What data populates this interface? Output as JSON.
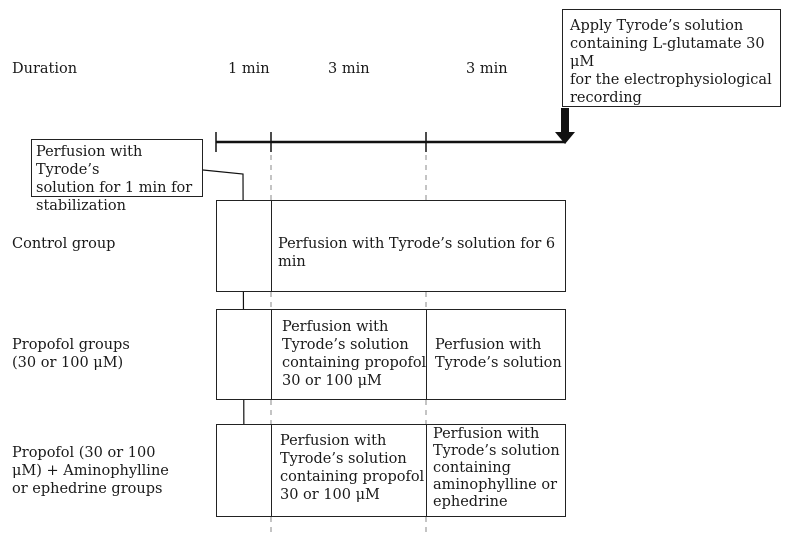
{
  "duration_label": "Duration",
  "timeline": {
    "segment_1": "1 min",
    "segment_2": "3 min",
    "segment_3": "3 min"
  },
  "callouts": {
    "apply_glutamate": "Apply Tyrode’s solution\ncontaining L-glutamate 30 μM\nfor the electrophysiological\nrecording",
    "stabilization": "Perfusion with Tyrode’s\nsolution for 1 min for\nstabilization"
  },
  "groups": [
    {
      "label": "Control group",
      "cells": [
        "Perfusion with Tyrode’s solution for 6 min"
      ]
    },
    {
      "label": "Propofol groups\n(30 or 100 μM)",
      "cells": [
        "Perfusion with\nTyrode’s solution\ncontaining propofol\n30 or 100 μM",
        "Perfusion with\nTyrode’s solution"
      ]
    },
    {
      "label": "Propofol (30 or 100\nμM) + Aminophylline\nor ephedrine groups",
      "cells": [
        "Perfusion with\nTyrode’s solution\ncontaining propofol\n30 or 100 μM",
        "Perfusion with\nTyrode’s solution\ncontaining\naminophylline or\nephedrine"
      ]
    }
  ]
}
